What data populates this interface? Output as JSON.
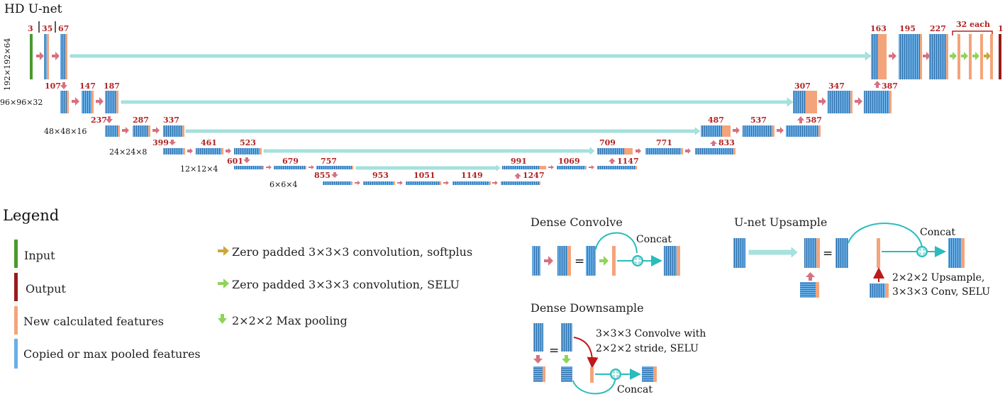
{
  "title": "HD U-net",
  "dims": {
    "d0": "192×192×64",
    "d1": "96×96×32",
    "d2": "48×48×16",
    "d3": "24×24×8",
    "d4": "12×12×4",
    "d5": "6×6×4"
  },
  "counts": {
    "c3": "3",
    "c35": "35",
    "c67": "67",
    "c107": "107",
    "c147": "147",
    "c187": "187",
    "c237": "237",
    "c287": "287",
    "c337": "337",
    "c399": "399",
    "c461": "461",
    "c523": "523",
    "c601": "601",
    "c679": "679",
    "c757": "757",
    "c855": "855",
    "c953": "953",
    "c1051": "1051",
    "c1149": "1149",
    "c1247": "1247",
    "c991": "991",
    "c1069": "1069",
    "c1147": "1147",
    "c709": "709",
    "c771": "771",
    "c833": "833",
    "c487": "487",
    "c537": "537",
    "c587": "587",
    "c307": "307",
    "c347": "347",
    "c387": "387",
    "c163": "163",
    "c195": "195",
    "c227": "227",
    "each": "32 each",
    "c1": "1"
  },
  "legend": {
    "heading": "Legend",
    "input": "Input",
    "output": "Output",
    "new_features": "New calculated features",
    "copied_features": "Copied or max pooled features",
    "softplus": "Zero padded 3×3×3 convolution, softplus",
    "selu": "Zero padded 3×3×3 convolution, SELU",
    "maxpool": "2×2×2 Max pooling"
  },
  "panels": {
    "dense_convolve": "Dense Convolve",
    "dense_downsample": "Dense Downsample",
    "unet_upsample": "U-net Upsample",
    "concat": "Concat",
    "equals": "=",
    "down_note_1": "3×3×3 Convolve with",
    "down_note_2": "2×2×2 stride, SELU",
    "up_note_1": "2×2×2 Upsample,",
    "up_note_2": "3×3×3 Conv, SELU"
  },
  "colors": {
    "input": "#4a9a2e",
    "output": "#9a1b1b",
    "new_features": "#f4a47a",
    "copied": "#6aaee6",
    "skip": "#a6e3e0",
    "conv_arrow": "#d9707f",
    "selu_arrow": "#8fd35a",
    "softplus_arrow": "#c9a83a",
    "number": "#b22222"
  }
}
